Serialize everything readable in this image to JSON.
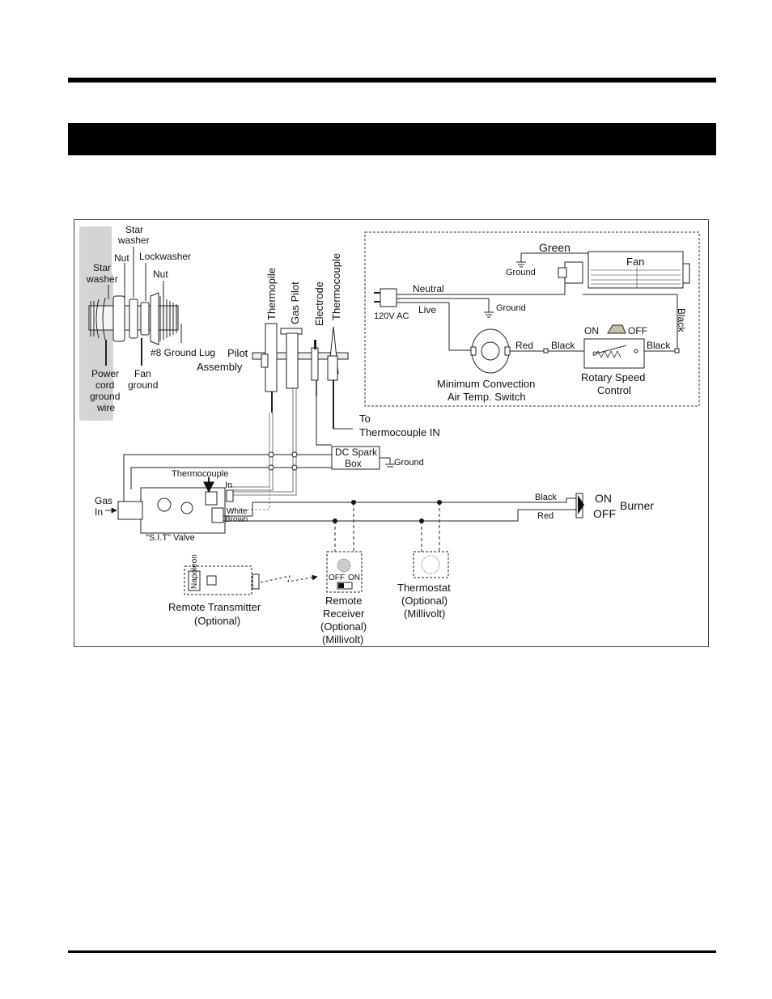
{
  "hardware": {
    "star_washer_1": [
      "Star",
      "washer"
    ],
    "star_washer_2": [
      "Star",
      "washer"
    ],
    "nut_1": "Nut",
    "nut_2": "Nut",
    "lockwasher": "Lockwasher",
    "ground_lug": "#8 Ground Lug",
    "power_cord": [
      "Power",
      "cord",
      "ground",
      "wire"
    ],
    "fan_ground": [
      "Fan",
      "ground"
    ]
  },
  "pilot": {
    "assembly": [
      "Pilot",
      "Assembly"
    ],
    "thermopile": "Thermopile",
    "gas_pilot": "Gas Pilot",
    "electrode": "Electrode",
    "thermocouple": "Thermocouple",
    "to_thermocouple": [
      "To",
      "Thermocouple IN"
    ]
  },
  "fan_circuit": {
    "green": "Green",
    "fan": "Fan",
    "ground_1": "Ground",
    "ground_2": "Ground",
    "neutral": "Neutral",
    "live": "Live",
    "ac": "120V AC",
    "black_vertical": "Black",
    "red": "Red",
    "black_1": "Black",
    "black_2": "Black",
    "on": "ON",
    "off": "OFF",
    "switch_label": [
      "Minimum Convection",
      "Air Temp. Switch"
    ],
    "rotary_label": [
      "Rotary Speed",
      "Control"
    ]
  },
  "valve": {
    "spark_box": [
      "DC Spark",
      "Box"
    ],
    "spark_ground": "Ground",
    "tc_in": [
      "Thermocouple",
      "In"
    ],
    "gas_in": [
      "Gas",
      "In"
    ],
    "white": "White",
    "brown": "Brown",
    "valve_name": "\"S.I.T\" Valve",
    "black": "Black",
    "red": "Red"
  },
  "burner": {
    "on": "ON",
    "off": "OFF",
    "label": "Burner"
  },
  "accessories": {
    "transmitter_label": [
      "Remote Transmitter",
      "(Optional)"
    ],
    "transmitter_badge": "Napoleon",
    "receiver_off": "OFF",
    "receiver_on": "ON",
    "receiver_label": [
      "Remote",
      "Receiver",
      "(Optional)",
      "(Millivolt)"
    ],
    "thermostat_label": [
      "Thermostat",
      "(Optional)",
      "(Millivolt)"
    ]
  }
}
